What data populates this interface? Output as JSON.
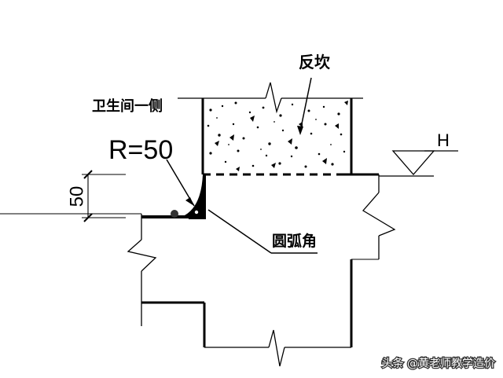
{
  "labels": {
    "upturn": "反坎",
    "bathroom_side": "卫生间一侧",
    "radius": "R=50",
    "dimension": "50",
    "level_mark": "H",
    "arc_corner": "圆弧角"
  },
  "watermark": {
    "text": "头条 @黄老师教学造价"
  },
  "colors": {
    "line": "#000000",
    "background": "#ffffff",
    "watermark_text": "#ffffff"
  }
}
